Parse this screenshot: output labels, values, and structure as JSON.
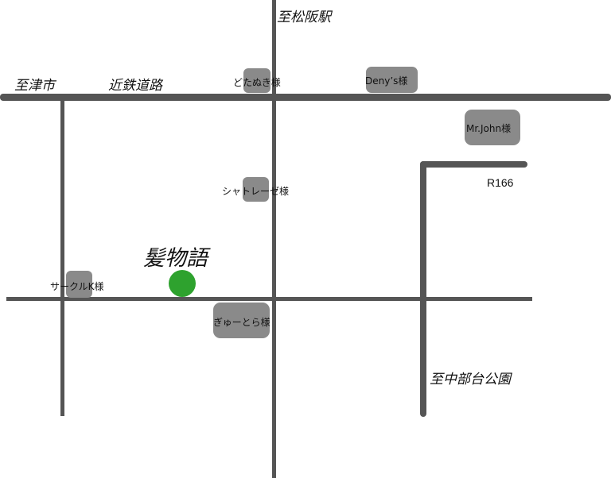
{
  "map": {
    "road_labels": {
      "matsusaka_station": "至松阪駅",
      "tsu_city": "至津市",
      "kintetsu_road": "近鉄道路",
      "route_166": "R166",
      "nakabe_park": "至中部台公園"
    },
    "landmarks": {
      "dotanuki": "どたぬき様",
      "dennys": "Deny’s様",
      "mr_john": "Mr.John様",
      "chateraise": "シャトレーゼ様",
      "circle_k": "サークルK様",
      "gyutora": "ぎゅーとら様"
    },
    "destination": {
      "name": "髪物語",
      "marker_color": "#2ea22e"
    },
    "colors": {
      "road": "#555555",
      "landmark_box": "#8a8a8a"
    }
  }
}
